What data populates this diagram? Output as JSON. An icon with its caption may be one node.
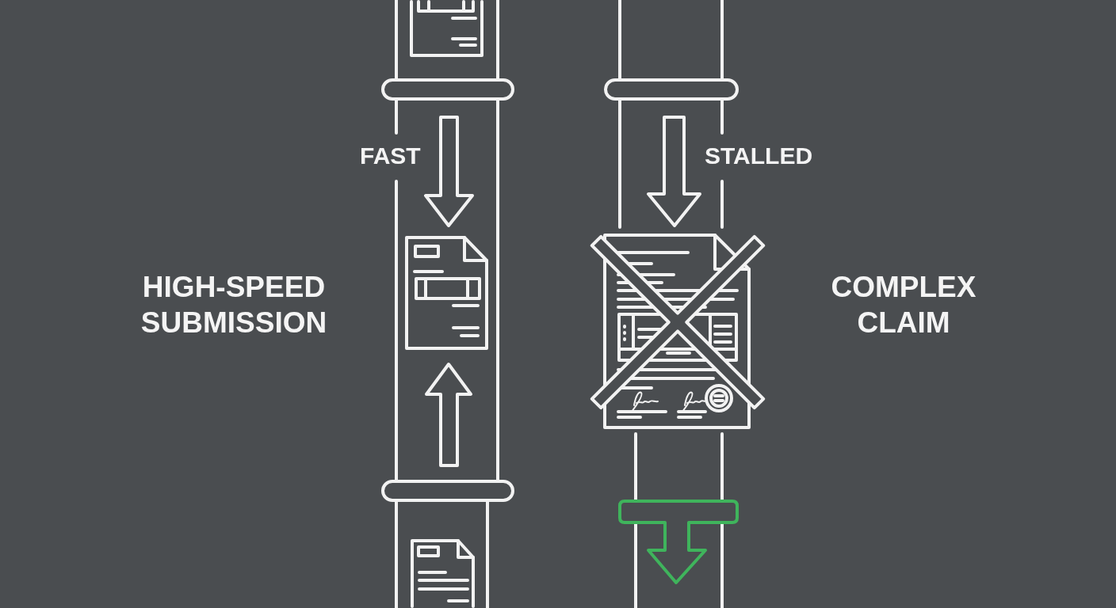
{
  "diagram": {
    "labels": [
      "FAST",
      "STALLED",
      "HIGH-SPEED SUBMISSION",
      "COMPLEX CLAIM"
    ]
  }
}
